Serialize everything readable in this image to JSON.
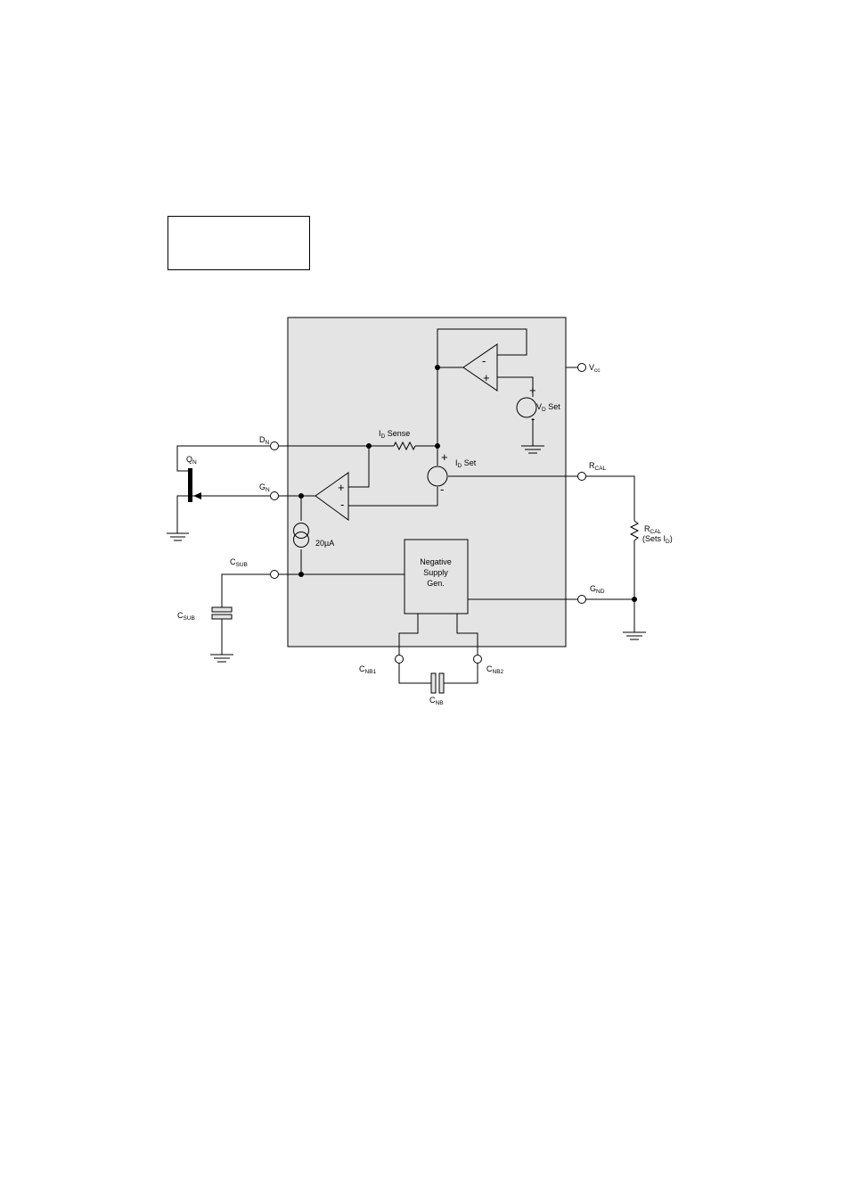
{
  "labels": {
    "dn": "D",
    "dn_sub": "N",
    "gn": "G",
    "gn_sub": "N",
    "qn": "Q",
    "qn_sub": "N",
    "csub_pin": "C",
    "csub_pin_sub": "SUB",
    "csub_cap": "C",
    "csub_cap_sub": "SUB",
    "id_sense": "I",
    "id_sense_sub": "D",
    "id_sense_rest": " Sense",
    "id_set": "I",
    "id_set_sub": "D",
    "id_set_rest": " Set",
    "vd_set": "V",
    "vd_set_sub": "D",
    "vd_set_rest": " Set",
    "vcc": "V",
    "vcc_sub": "cc",
    "rcal_pin": "R",
    "rcal_pin_sub": "CAL",
    "rcal_res": "R",
    "rcal_res_sub": "CAL",
    "rcal_note": "(Sets I",
    "rcal_note_sub": "D",
    "rcal_note_end": ")",
    "gnd": "G",
    "gnd_sub": "ND",
    "current_source": "20µA",
    "neg_supply_1": "Negative",
    "neg_supply_2": "Supply",
    "neg_supply_3": "Gen.",
    "cnb1": "C",
    "cnb1_sub": "NB1",
    "cnb2": "C",
    "cnb2_sub": "NB2",
    "cnb": "C",
    "cnb_sub": "NB",
    "plus": "+",
    "minus": "-"
  },
  "colors": {
    "chip_fill": "#e4e4e4",
    "line": "#000000"
  }
}
